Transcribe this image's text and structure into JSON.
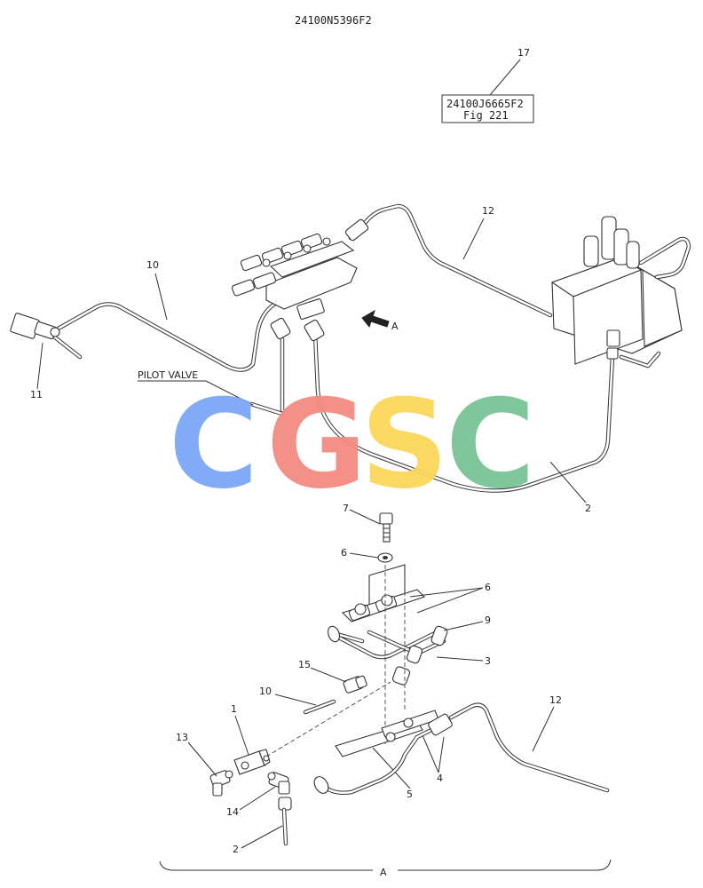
{
  "header": {
    "drawing_code": "24100N5396F2"
  },
  "reference_box": {
    "number": "17",
    "code": "24100J6665F2",
    "fig": "Fig 221"
  },
  "labels": {
    "pilot_valve": "PILOT VALVE",
    "view_arrow": "A",
    "detail_title": "A"
  },
  "callouts": {
    "c1": "1",
    "c2a": "2",
    "c2b": "2",
    "c3": "3",
    "c4": "4",
    "c5": "5",
    "c6a": "6",
    "c6b": "6",
    "c7": "7",
    "c9": "9",
    "c10a": "10",
    "c10b": "10",
    "c11": "11",
    "c12a": "12",
    "c12b": "12",
    "c13": "13",
    "c14": "14",
    "c15": "15"
  },
  "watermark": {
    "letters": [
      "C",
      "G",
      "S",
      "C"
    ],
    "colors": [
      "#7aa7f5",
      "#f28b82",
      "#fbd65a",
      "#78c495"
    ]
  }
}
